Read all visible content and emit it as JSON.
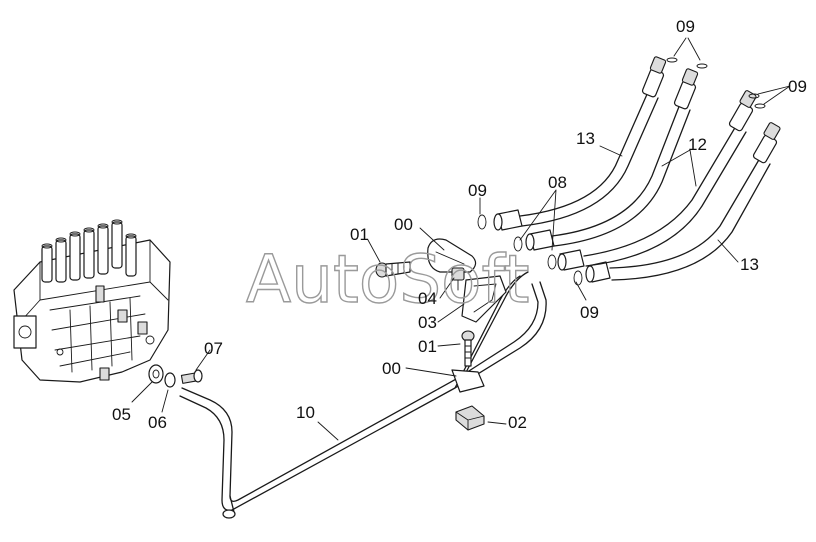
{
  "watermark": "AutoSoft",
  "callouts": {
    "c09_top": "09",
    "c09_right": "09",
    "c13_upper": "13",
    "c12": "12",
    "c13_lower": "13",
    "c08": "08",
    "c09_mid_left": "09",
    "c09_mid_right": "09",
    "c00_upper": "00",
    "c01_upper": "01",
    "c04": "04",
    "c03": "03",
    "c01_lower": "01",
    "c00_lower": "00",
    "c02": "02",
    "c07": "07",
    "c05": "05",
    "c06": "06",
    "c10": "10"
  }
}
